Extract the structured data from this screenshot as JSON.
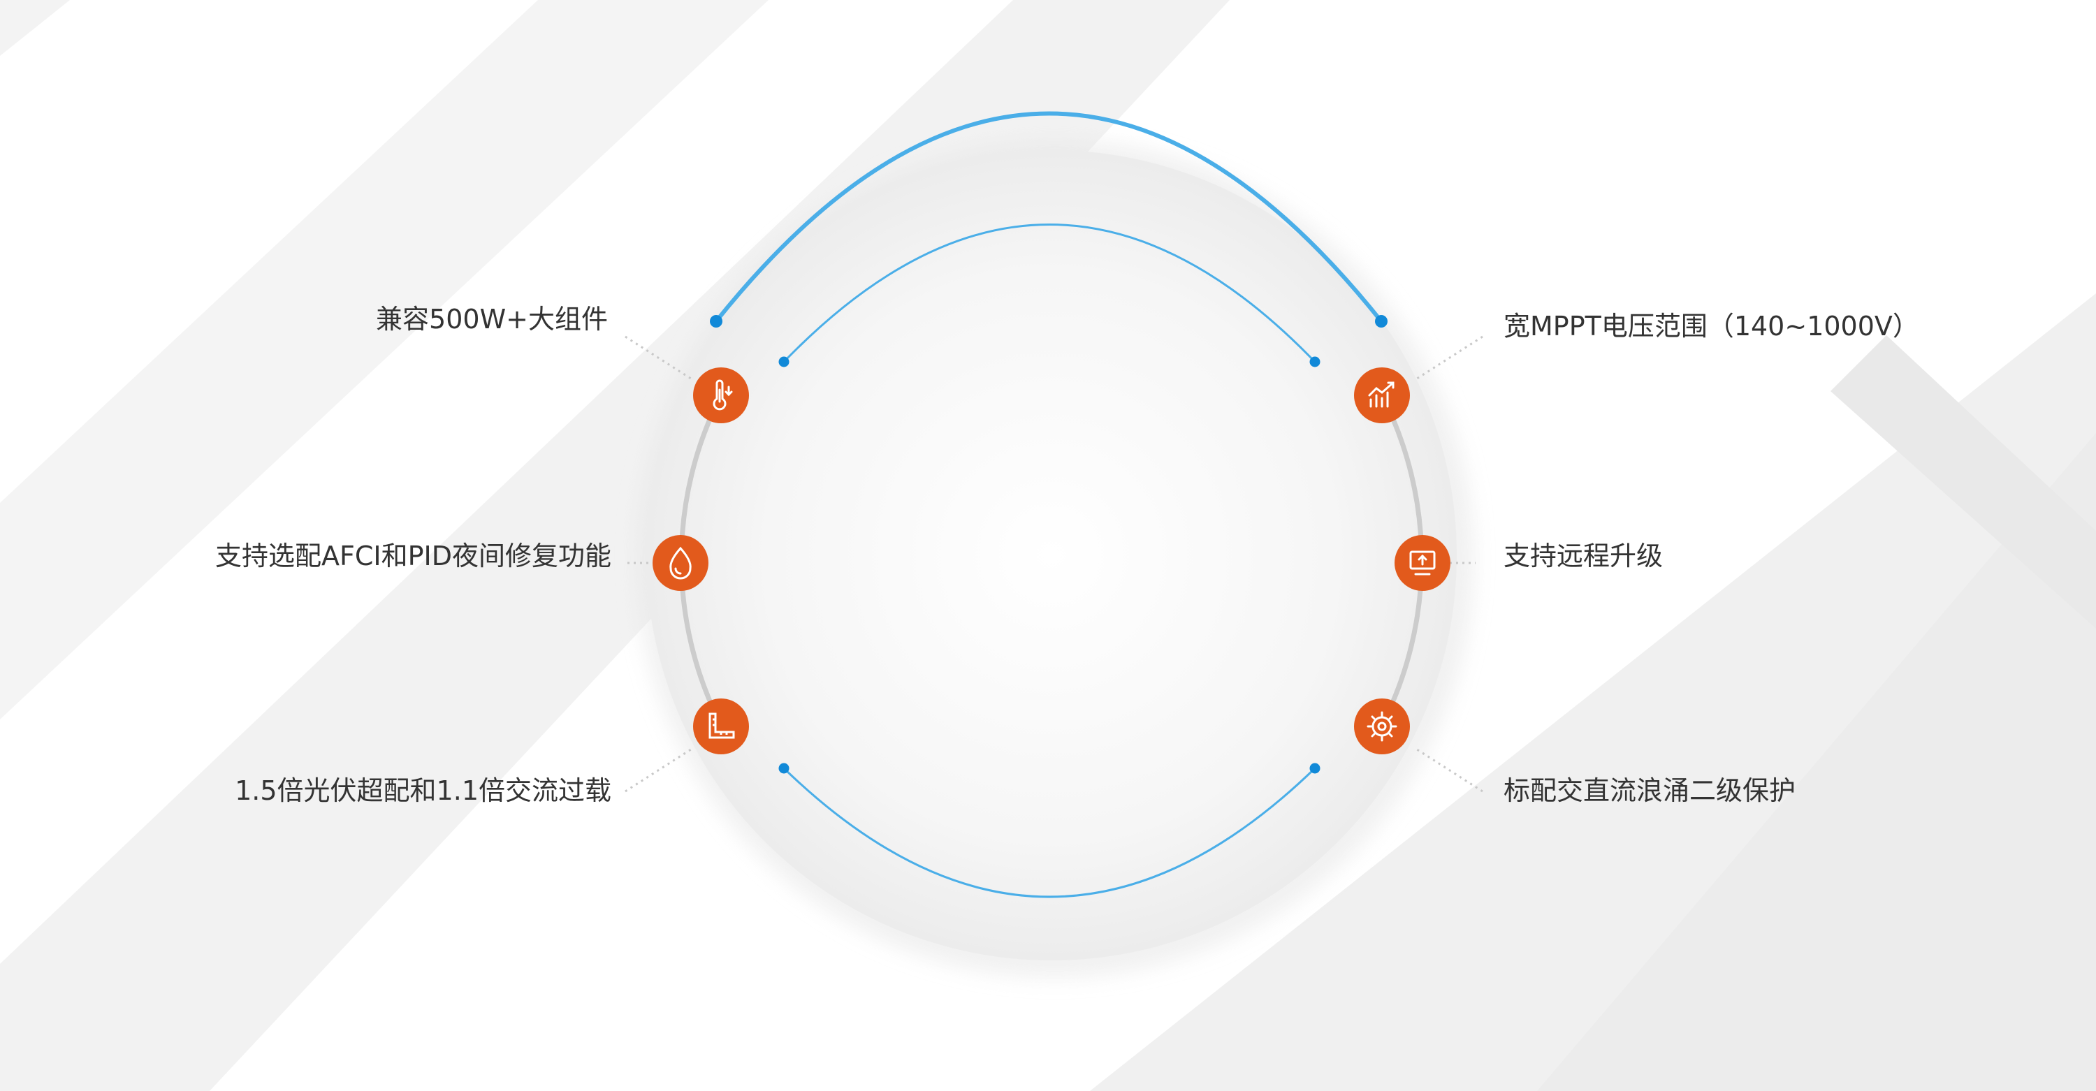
{
  "accent_color": "#e25a1c",
  "arc_color": "#4aaee8",
  "features": [
    {
      "id": "f1",
      "text": "兼容500W+大组件",
      "icon": "thermometer-icon"
    },
    {
      "id": "f2",
      "text": "支持选配AFCI和PID夜间修复功能",
      "icon": "droplet-icon"
    },
    {
      "id": "f3",
      "text": "1.5倍光伏超配和1.1倍交流过载",
      "icon": "ruler-icon"
    },
    {
      "id": "f4",
      "text": "宽MPPT电压范围（140~1000V）",
      "icon": "chart-icon"
    },
    {
      "id": "f5",
      "text": "支持远程升级",
      "icon": "upload-screen-icon"
    },
    {
      "id": "f6",
      "text": "标配交直流浪涌二级保护",
      "icon": "shield-gear-icon"
    }
  ]
}
